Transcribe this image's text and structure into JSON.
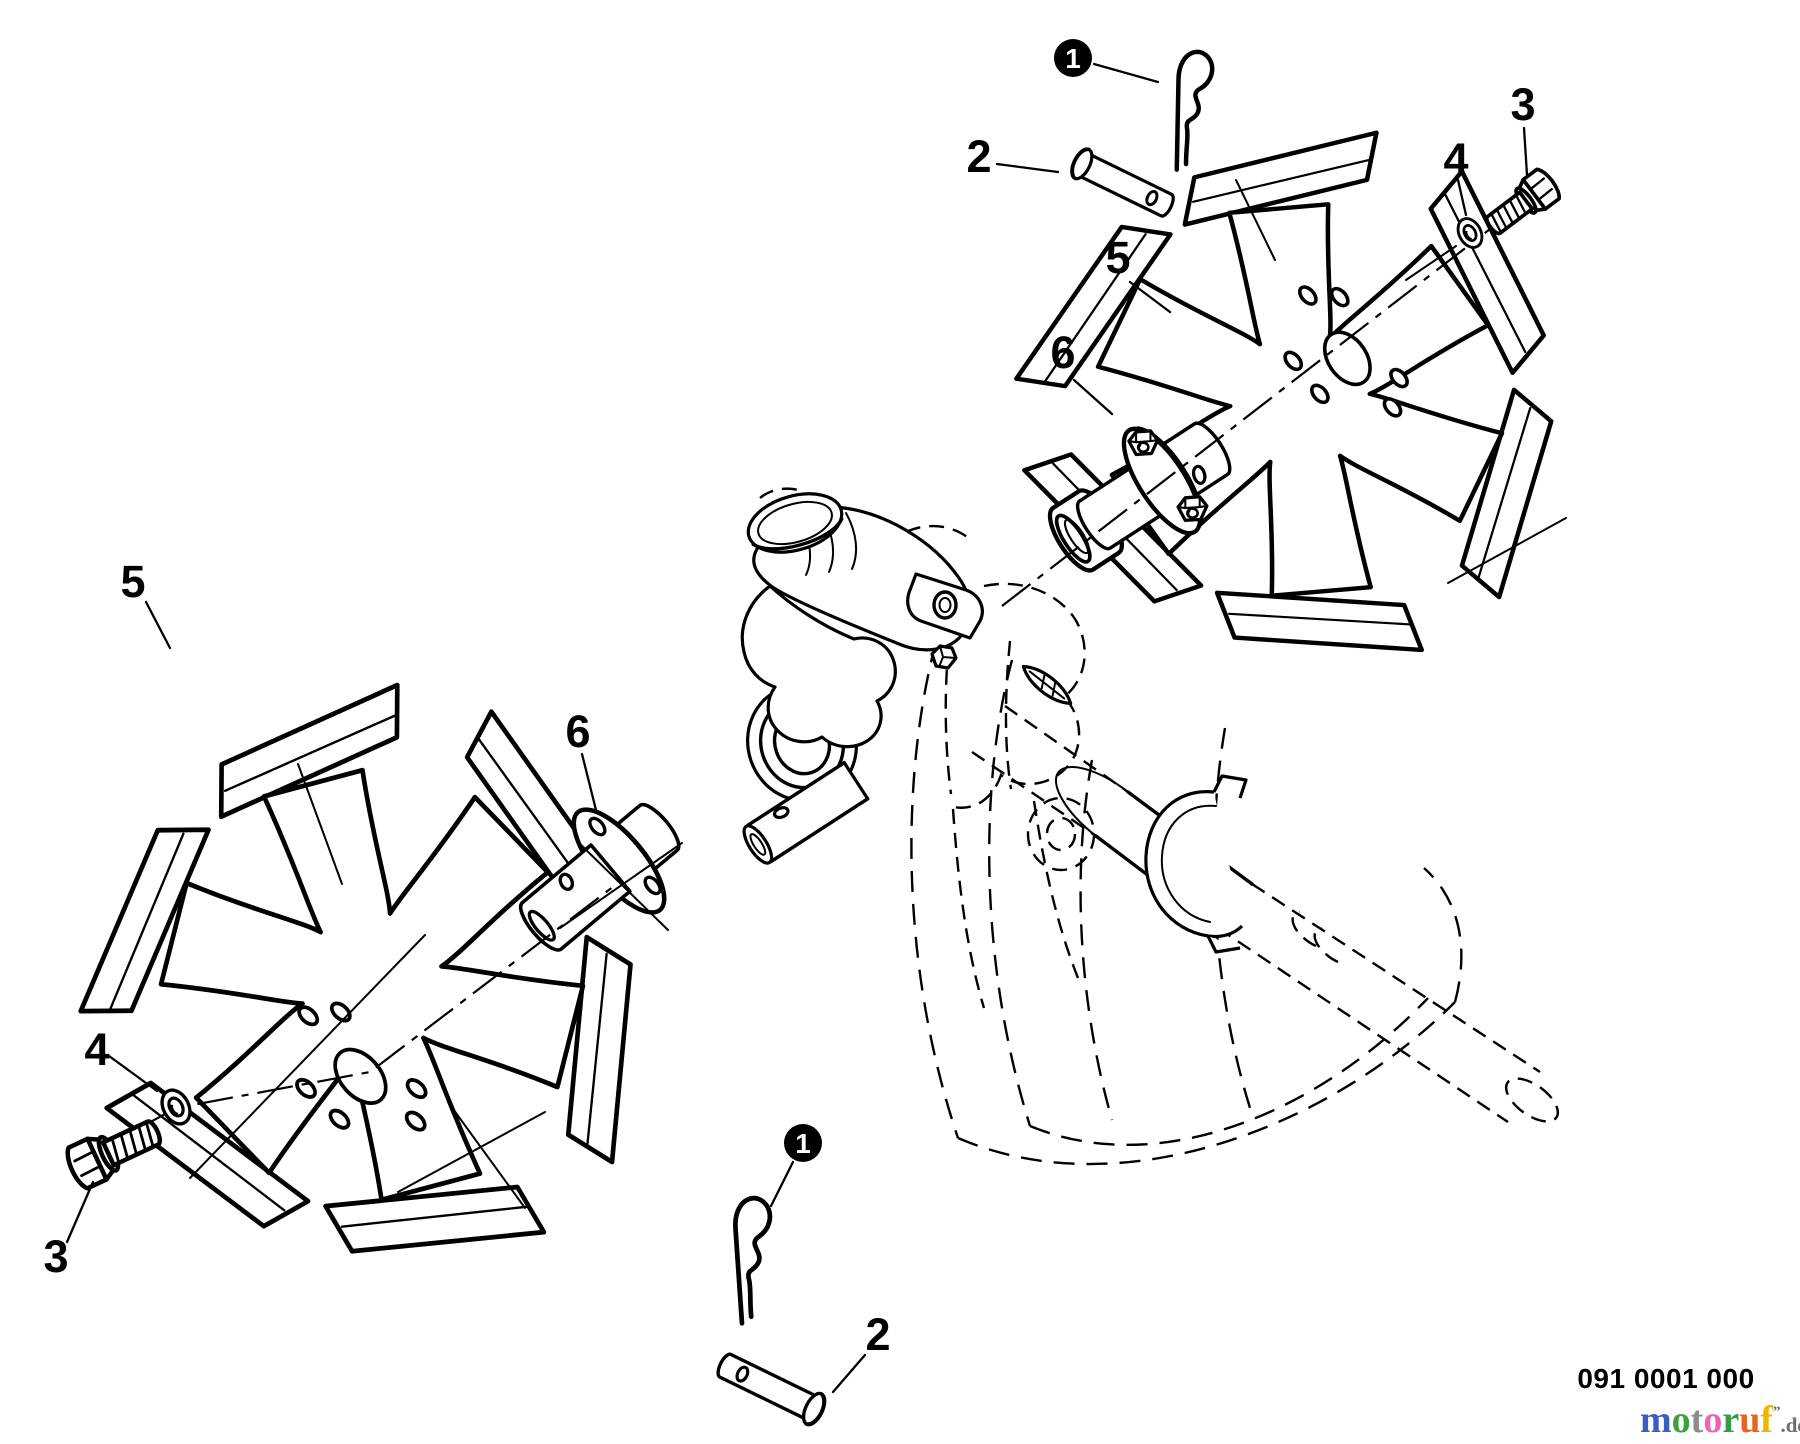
{
  "page": {
    "background": "#ffffff",
    "line_color": "#000000"
  },
  "callouts": {
    "top_clip": {
      "label": "1",
      "style": "badge"
    },
    "top_pin": {
      "label": "2",
      "style": "plain"
    },
    "right_bolt": {
      "label": "3",
      "style": "plain"
    },
    "right_washer": {
      "label": "4",
      "style": "plain"
    },
    "right_tine": {
      "label": "5",
      "style": "plain"
    },
    "right_hub": {
      "label": "6",
      "style": "plain"
    },
    "left_tine": {
      "label": "5",
      "style": "plain"
    },
    "left_hub": {
      "label": "6",
      "style": "plain"
    },
    "left_washer": {
      "label": "4",
      "style": "plain"
    },
    "left_bolt": {
      "label": "3",
      "style": "plain"
    },
    "bottom_clip": {
      "label": "1",
      "style": "badge"
    },
    "bottom_pin": {
      "label": "2",
      "style": "plain"
    }
  },
  "footer": {
    "part_number": "091 0001 000"
  },
  "logo": {
    "letters": [
      {
        "ch": "m",
        "color": "#3b5fc0"
      },
      {
        "ch": "o",
        "color": "#3da03d"
      },
      {
        "ch": "t",
        "color": "#8c8c8c"
      },
      {
        "ch": "o",
        "color": "#ee64b4"
      },
      {
        "ch": "r",
        "color": "#2f9e44"
      },
      {
        "ch": "u",
        "color": "#e8641e"
      },
      {
        "ch": "f",
        "color": "#f0b400"
      }
    ],
    "mark": "”",
    "tld": ".de",
    "tld_color": "#6e6e6e"
  }
}
